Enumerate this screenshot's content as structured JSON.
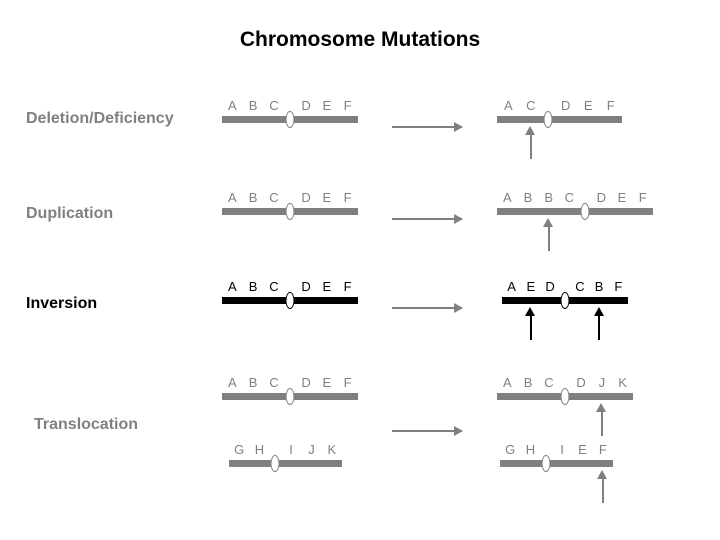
{
  "title": "Chromosome Mutations",
  "colors": {
    "gray": "#808080",
    "black": "#000000",
    "background": "#ffffff"
  },
  "rows": [
    {
      "id": "deletion",
      "label": "Deletion/Deficiency",
      "tone": "gray",
      "before": [
        {
          "letters": [
            "A",
            "B",
            "C",
            "D",
            "E",
            "F"
          ],
          "centromere_after_index": 2
        }
      ],
      "after": [
        {
          "letters": [
            "A",
            "C",
            "D",
            "E",
            "F"
          ],
          "centromere_after_index": 1,
          "marker_indices": [
            1
          ]
        }
      ],
      "arrow_label": "transition-arrow"
    },
    {
      "id": "duplication",
      "label": "Duplication",
      "tone": "gray",
      "before": [
        {
          "letters": [
            "A",
            "B",
            "C",
            "D",
            "E",
            "F"
          ],
          "centromere_after_index": 2
        }
      ],
      "after": [
        {
          "letters": [
            "A",
            "B",
            "B",
            "C",
            "D",
            "E",
            "F"
          ],
          "centromere_after_index": 3,
          "marker_indices": [
            2
          ]
        }
      ],
      "arrow_label": "transition-arrow"
    },
    {
      "id": "inversion",
      "label": "Inversion",
      "tone": "black",
      "before": [
        {
          "letters": [
            "A",
            "B",
            "C",
            "D",
            "E",
            "F"
          ],
          "centromere_after_index": 2
        }
      ],
      "after": [
        {
          "letters": [
            "A",
            "E",
            "D",
            "C",
            "B",
            "F"
          ],
          "centromere_after_index": 2,
          "marker_indices": [
            1,
            4
          ]
        }
      ],
      "arrow_label": "transition-arrow"
    },
    {
      "id": "translocation",
      "label": "Translocation",
      "tone": "gray",
      "before": [
        {
          "letters": [
            "A",
            "B",
            "C",
            "D",
            "E",
            "F"
          ],
          "centromere_after_index": 2
        },
        {
          "letters": [
            "G",
            "H",
            "I",
            "J",
            "K"
          ],
          "centromere_after_index": 1
        }
      ],
      "after": [
        {
          "letters": [
            "A",
            "B",
            "C",
            "D",
            "J",
            "K"
          ],
          "centromere_after_index": 2,
          "marker_indices": [
            4
          ]
        },
        {
          "letters": [
            "G",
            "H",
            "I",
            "E",
            "F"
          ],
          "centromere_after_index": 1,
          "marker_indices": [
            4
          ]
        }
      ],
      "arrow_label": "transition-arrow"
    }
  ]
}
